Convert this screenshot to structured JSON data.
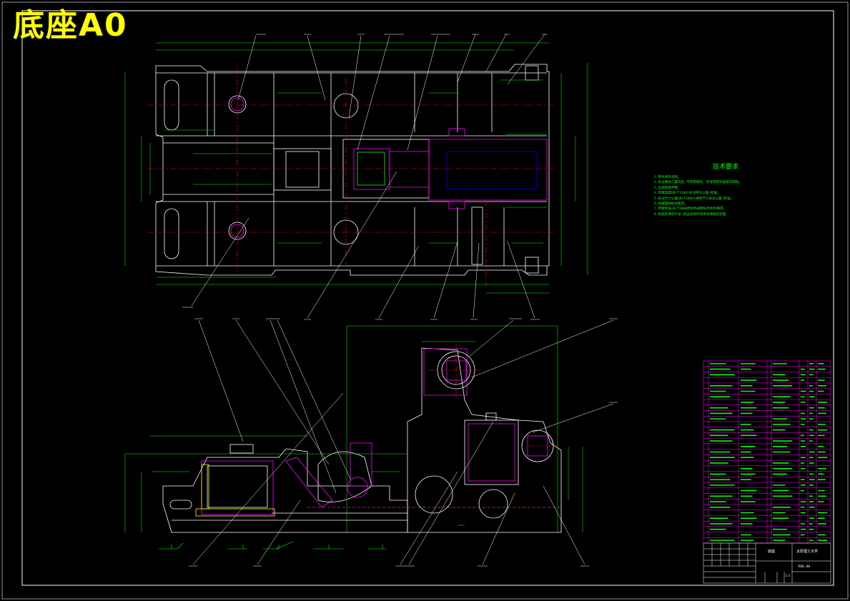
{
  "drawing": {
    "title": "底座A0",
    "tech_requirements": {
      "title": "技术要求",
      "items": [
        "1.零件须去毛刺。",
        "2.未注明加工面均应:不得有裂纹、夹渣等影响强度的缺陷。",
        "3.全部焊缝平整。",
        "4.焊缝高度GB/T1184(未注形位公差)标准。",
        "5.未注尺寸公差GB/T1804(线性尺寸未注公差)标准。",
        "6.机械图样技术要求。",
        "7.焊接件按JB/T5000焊接件通用技术条件要求。",
        "8.装配前清洗干净,各运动部件须涂润滑脂后装配。"
      ]
    },
    "title_block": {
      "school": "太原理工大学",
      "name": "底座",
      "drawing_no": "YD01-00",
      "scale": "1:5"
    }
  },
  "colors": {
    "background": "#000000",
    "outline": "#ffffff",
    "centerline": "#ff0000",
    "dimension": "#00ff00",
    "part": "#ff00ff",
    "hidden": "#0000ff",
    "title_text": "#ffff00"
  }
}
